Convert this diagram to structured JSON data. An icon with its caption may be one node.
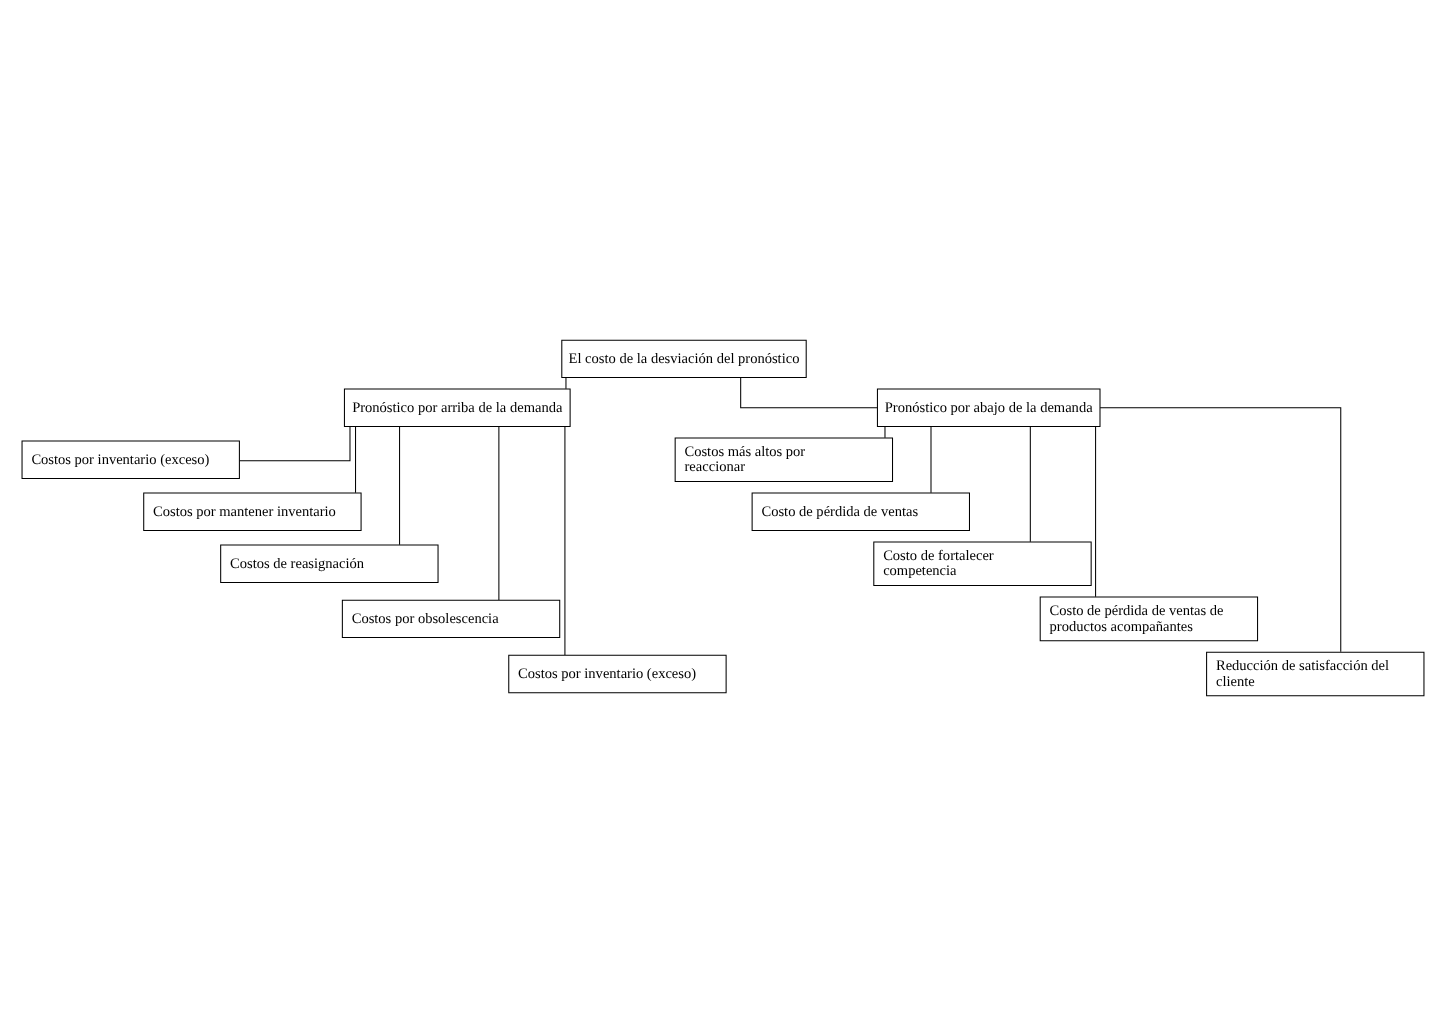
{
  "diagram": {
    "nodes": [
      {
        "text": [
          "El costo de la desviación del pronóstico"
        ]
      },
      {
        "text": [
          "Pronóstico por arriba de la demanda"
        ]
      },
      {
        "text": [
          "Costos por inventario (exceso)"
        ]
      },
      {
        "text": [
          "Costos por mantener inventario"
        ]
      },
      {
        "text": [
          "Costos de reasignación"
        ]
      },
      {
        "text": [
          "Costos por obsolescencia"
        ]
      },
      {
        "text": [
          "Costos por inventario (exceso)"
        ]
      },
      {
        "text": [
          "Pronóstico por abajo de la demanda"
        ]
      },
      {
        "text": [
          "Costos más altos por reaccionar"
        ]
      },
      {
        "text": [
          "Costo de pérdida de ventas"
        ]
      },
      {
        "text": [
          "Costo de fortalecer competencia"
        ]
      },
      {
        "text": [
          "Costo de pérdida de ventas de productos acompañantes"
        ]
      },
      {
        "text": [
          "Reducción de satisfacción del cliente"
        ]
      }
    ],
    "edges": [
      {
        "from": 0,
        "to": 1,
        "arrow": "none"
      },
      {
        "from": 0,
        "to": 7,
        "arrow": "none"
      },
      {
        "from": 1,
        "to": 2,
        "arrow": "none"
      },
      {
        "from": 1,
        "to": 3,
        "arrow": "none"
      },
      {
        "from": 1,
        "to": 4,
        "arrow": "none"
      },
      {
        "from": 1,
        "to": 5,
        "arrow": "none"
      },
      {
        "from": 1,
        "to": 6,
        "arrow": "none"
      },
      {
        "from": 7,
        "to": 8,
        "arrow": "none"
      },
      {
        "from": 7,
        "to": 9,
        "arrow": "none"
      },
      {
        "from": 7,
        "to": 10,
        "arrow": "none"
      },
      {
        "from": 7,
        "to": 11,
        "arrow": "none"
      },
      {
        "from": 7,
        "to": 12,
        "arrow": "none"
      }
    ]
  }
}
